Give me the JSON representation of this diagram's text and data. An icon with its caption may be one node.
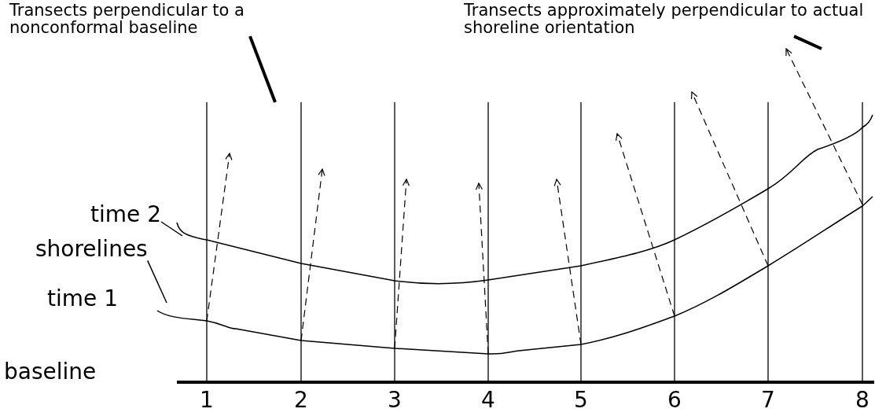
{
  "diagram": {
    "nodes": [
      {
        "text": [
          "Transects perpendicular to a nonconformal baseline"
        ]
      },
      {
        "text": [
          "Transects approximately perpendicular to actual shoreline orientation"
        ]
      },
      {
        "text": [
          "time 2"
        ]
      },
      {
        "text": [
          "shorelines"
        ]
      }
    ],
    "edges": [
      {
        "from": 0,
        "to": null,
        "arrow": "none",
        "style": "thick"
      },
      {
        "from": 1,
        "to": null,
        "arrow": "none",
        "style": "thick"
      },
      {
        "from": 2,
        "to": null,
        "arrow": "none"
      },
      {
        "from": 3,
        "to": null,
        "arrow": "none"
      }
    ],
    "labels": [
      "time 1",
      "baseline",
      "1",
      "2",
      "3",
      "4",
      "5",
      "6",
      "7",
      "8"
    ]
  }
}
